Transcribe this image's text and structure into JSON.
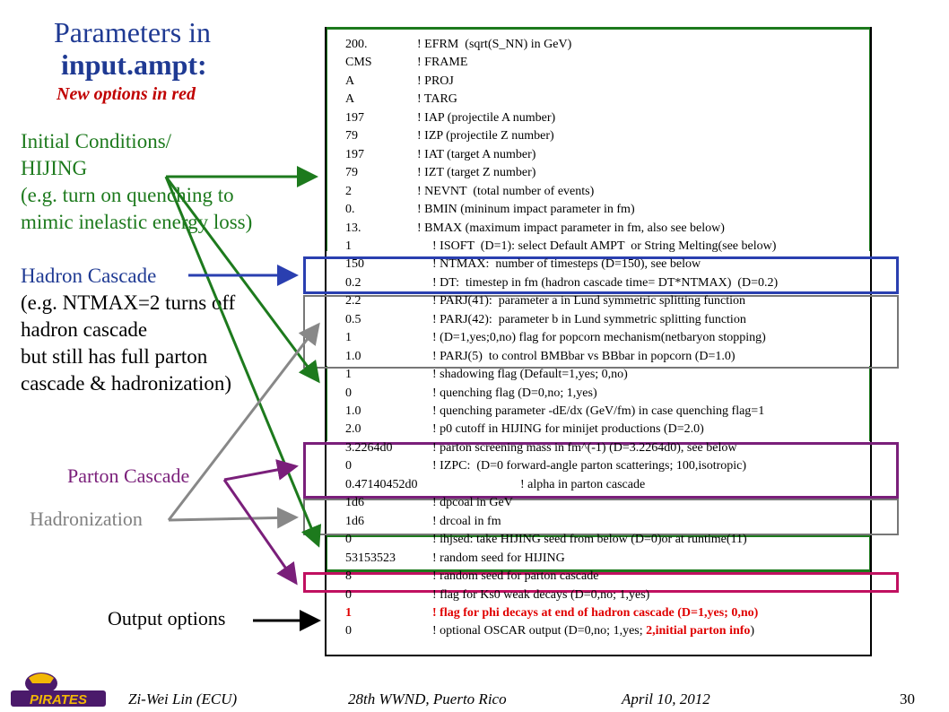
{
  "title": {
    "line1": "Parameters in",
    "line2": "input.ampt:",
    "subtitle": "New options in red"
  },
  "labels": {
    "initial_conditions": [
      "Initial Conditions/",
      "HIJING",
      "(e.g. turn on quenching to",
      "mimic inelastic energy loss)"
    ],
    "hadron_cascade_title": "Hadron Cascade",
    "hadron_cascade_desc": [
      "(e.g. NTMAX=2 turns off",
      "hadron cascade",
      "but still has full parton",
      "cascade & hadronization)"
    ],
    "parton_cascade": "Parton Cascade",
    "hadronization": "Hadronization",
    "output_options": "Output options"
  },
  "colors": {
    "title": "#1f3a93",
    "new_option": "#e00000",
    "initial_conditions": "#1d7a1d",
    "hadron_cascade": "#1f3a93",
    "parton_cascade": "#7a1f7a",
    "hadronization": "#808080",
    "output": "#000000"
  },
  "param_lines": [
    {
      "v": "200.",
      "c": "! EFRM  (sqrt(S_NN) in GeV)"
    },
    {
      "v": "CMS",
      "c": "! FRAME"
    },
    {
      "v": "A",
      "c": "! PROJ"
    },
    {
      "v": "A",
      "c": "! TARG"
    },
    {
      "v": "197",
      "c": "! IAP (projectile A number)"
    },
    {
      "v": "79",
      "c": "! IZP (projectile Z number)"
    },
    {
      "v": "197",
      "c": "! IAT (target A number)"
    },
    {
      "v": "79",
      "c": "! IZT (target Z number)"
    },
    {
      "v": "2",
      "c": "! NEVNT  (total number of events)"
    },
    {
      "v": "0.",
      "c": "! BMIN (mininum impact parameter in fm)"
    },
    {
      "v": "13.",
      "c": "! BMAX (maximum impact parameter in fm, also see below)"
    },
    {
      "v": "1",
      "c": "! ISOFT  (D=1): select Default AMPT  or String Melting(see below)"
    },
    {
      "v": "150",
      "c": "! NTMAX:  number of timesteps (D=150), see below"
    },
    {
      "v": "0.2",
      "c": "! DT:  timestep in fm (hadron cascade time= DT*NTMAX)  (D=0.2)"
    },
    {
      "v": "2.2",
      "c": "! PARJ(41):  parameter a in Lund symmetric splitting function"
    },
    {
      "v": "0.5",
      "c": "! PARJ(42):  parameter b in Lund symmetric splitting function"
    },
    {
      "v": "1",
      "c": "! (D=1,yes;0,no) flag for popcorn mechanism(netbaryon stopping)"
    },
    {
      "v": "1.0",
      "c": "! PARJ(5)  to control BMBbar vs BBbar in popcorn (D=1.0)"
    },
    {
      "v": "1",
      "c": "! shadowing flag (Default=1,yes; 0,no)"
    },
    {
      "v": "0",
      "c": "! quenching flag (D=0,no; 1,yes)"
    },
    {
      "v": "1.0",
      "c": "! quenching parameter -dE/dx (GeV/fm) in case quenching flag=1"
    },
    {
      "v": "2.0",
      "c": "! p0 cutoff in HIJING for minijet productions (D=2.0)"
    },
    {
      "v": "3.2264d0",
      "c": "! parton screening mass in fm^(-1) (D=3.2264d0), see below"
    },
    {
      "v": "0",
      "c": "! IZPC:  (D=0 forward-angle parton scatterings; 100,isotropic)"
    },
    {
      "v": "0.47140452d0",
      "c": "! alpha in parton cascade"
    },
    {
      "v": "1d6",
      "c": "! dpcoal in GeV"
    },
    {
      "v": "1d6",
      "c": "! drcoal in fm"
    },
    {
      "v": "0",
      "c": "! ihjsed: take HIJING seed from below (D=0)or at runtime(11)"
    },
    {
      "v": "53153523",
      "c": "! random seed for HIJING"
    },
    {
      "v": "8",
      "c": "! random seed for parton cascade"
    },
    {
      "v": "0",
      "c": "! flag for Ks0 weak decays (D=0,no; 1,yes)"
    },
    {
      "v": "1",
      "c": "! flag for phi decays at end of hadron cascade (D=1,yes; 0,no)",
      "red": true
    },
    {
      "v": "0",
      "c": "! optional OSCAR output (D=0,no; 1,yes; ",
      "c_red": "2,initial parton info",
      "c_end": ")"
    }
  ],
  "footer": {
    "author": "Zi-Wei Lin (ECU)",
    "event": "28th WWND, Puerto Rico",
    "date": "April 10, 2012",
    "page": "30"
  },
  "logo": {
    "icon": "pirates-logo-icon",
    "text": "PIRATES"
  }
}
